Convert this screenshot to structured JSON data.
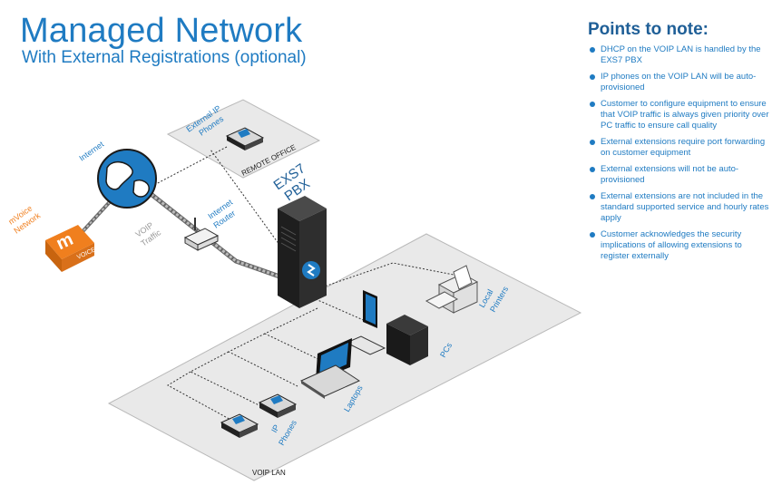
{
  "header": {
    "title": "Managed Network",
    "subtitle": "With External Registrations (optional)"
  },
  "notes": {
    "heading": "Points to note:",
    "items": [
      "DHCP on the VOIP LAN is handled by the EXS7 PBX",
      "IP phones on the VOIP LAN will be auto-provisioned",
      "Customer to configure equipment to ensure that VOIP traffic is always given priority over PC traffic to ensure call quality",
      "External extensions require port forwarding on customer equipment",
      "External extensions will not be auto-provisioned",
      "External extensions are not included in the standard supported service and hourly rates apply",
      "Customer acknowledges the security implications of allowing extensions to register externally"
    ]
  },
  "diagram": {
    "internet_label": "Internet",
    "mvoice_label_1": "mVoice",
    "mvoice_label_2": "Network",
    "mvoice_logo_text": "VOICE",
    "voip_traffic_1": "VOIP",
    "voip_traffic_2": "Traffic",
    "router_label_1": "Internet",
    "router_label_2": "Router",
    "pbx_label_1": "EXS7",
    "pbx_label_2": "PBX",
    "ext_phones_1": "External IP",
    "ext_phones_2": "Phones",
    "remote_office": "REMOTE OFFICE",
    "printers_1": "Local",
    "printers_2": "Printers",
    "pcs_label": "PCs",
    "laptops_label": "Laptops",
    "ip_phones_1": "IP",
    "ip_phones_2": "Phones",
    "voip_lan": "VOIP LAN"
  },
  "colors": {
    "accent": "#1f7bc2",
    "dark_blue": "#1f5f97",
    "mvoice_orange": "#f07f1e",
    "panel_grey": "#e9e9e9"
  }
}
